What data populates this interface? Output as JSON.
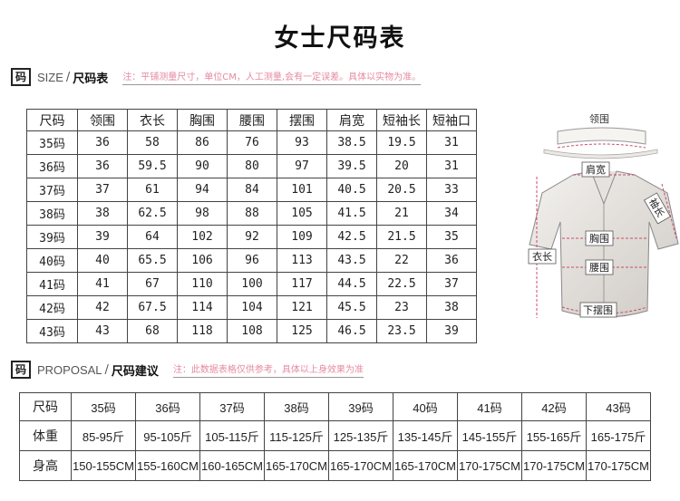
{
  "title": "女士尺码表",
  "size_section": {
    "icon_char": "码",
    "en": "SIZE",
    "sep": "/",
    "cn": "尺码表",
    "note": "注：平铺测量尺寸，单位CM，人工测量,会有一定误差。具体以实物为准。"
  },
  "size_table": {
    "headers": [
      "尺码",
      "领围",
      "衣长",
      "胸围",
      "腰围",
      "摆围",
      "肩宽",
      "短袖长",
      "短袖口"
    ],
    "rows": [
      [
        "35码",
        "36",
        "58",
        "86",
        "76",
        "93",
        "38.5",
        "19.5",
        "31"
      ],
      [
        "36码",
        "36",
        "59.5",
        "90",
        "80",
        "97",
        "39.5",
        "20",
        "31"
      ],
      [
        "37码",
        "37",
        "61",
        "94",
        "84",
        "101",
        "40.5",
        "20.5",
        "33"
      ],
      [
        "38码",
        "38",
        "62.5",
        "98",
        "88",
        "105",
        "41.5",
        "21",
        "34"
      ],
      [
        "39码",
        "39",
        "64",
        "102",
        "92",
        "109",
        "42.5",
        "21.5",
        "35"
      ],
      [
        "40码",
        "40",
        "65.5",
        "106",
        "96",
        "113",
        "43.5",
        "22",
        "36"
      ],
      [
        "41码",
        "41",
        "67",
        "110",
        "100",
        "117",
        "44.5",
        "22.5",
        "37"
      ],
      [
        "42码",
        "42",
        "67.5",
        "114",
        "104",
        "121",
        "45.5",
        "23",
        "38"
      ],
      [
        "43码",
        "43",
        "68",
        "118",
        "108",
        "125",
        "46.5",
        "23.5",
        "39"
      ]
    ]
  },
  "figure_labels": {
    "collar": "领围",
    "shoulder": "肩宽",
    "sleeve": "袖长",
    "chest": "胸围",
    "length": "衣长",
    "waist": "腰围",
    "hem": "下摆围"
  },
  "proposal_section": {
    "icon_char": "码",
    "en": "PROPOSAL",
    "sep": "/",
    "cn": "尺码建议",
    "note": "注：此数据表格仅供参考，具体以上身效果为准"
  },
  "proposal_table": {
    "rows": [
      [
        "尺码",
        "35码",
        "36码",
        "37码",
        "38码",
        "39码",
        "40码",
        "41码",
        "42码",
        "43码"
      ],
      [
        "体重",
        "85-95斤",
        "95-105斤",
        "105-115斤",
        "115-125斤",
        "125-135斤",
        "135-145斤",
        "145-155斤",
        "155-165斤",
        "165-175斤"
      ],
      [
        "身高",
        "150-155CM",
        "155-160CM",
        "160-165CM",
        "165-170CM",
        "165-170CM",
        "165-170CM",
        "170-175CM",
        "170-175CM",
        "170-175CM"
      ]
    ]
  }
}
